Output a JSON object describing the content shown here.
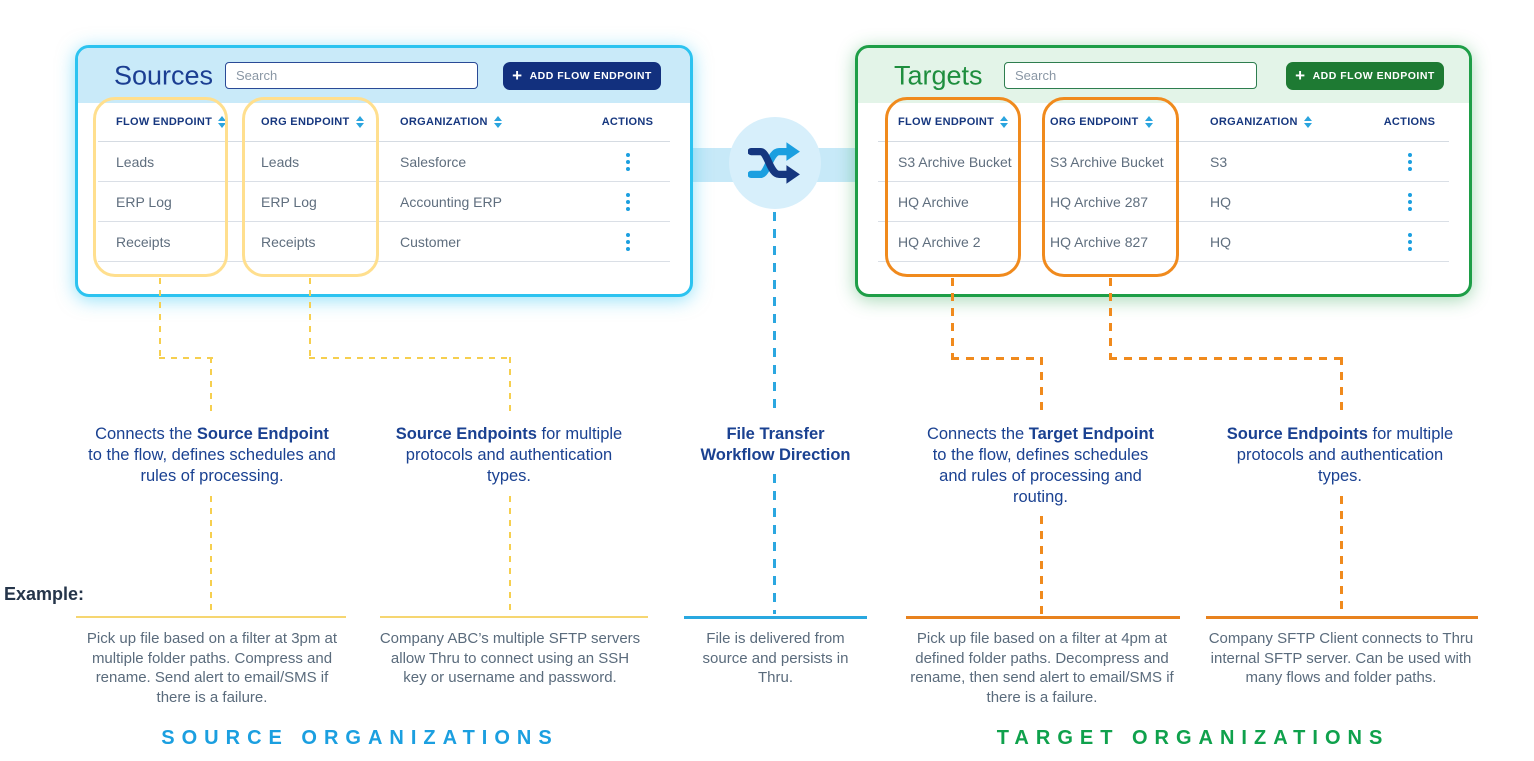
{
  "icons": {
    "plus": "+"
  },
  "sources_panel": {
    "title": "Sources",
    "search_placeholder": "Search",
    "add_button_label": "ADD FLOW ENDPOINT",
    "columns": [
      "FLOW ENDPOINT",
      "ORG ENDPOINT",
      "ORGANIZATION",
      "ACTIONS"
    ],
    "rows": [
      {
        "flow_endpoint": "Leads",
        "org_endpoint": "Leads",
        "organization": "Salesforce"
      },
      {
        "flow_endpoint": "ERP Log",
        "org_endpoint": "ERP Log",
        "organization": "Accounting ERP"
      },
      {
        "flow_endpoint": "Receipts",
        "org_endpoint": "Receipts",
        "organization": "Customer"
      }
    ]
  },
  "targets_panel": {
    "title": "Targets",
    "search_placeholder": "Search",
    "add_button_label": "ADD FLOW ENDPOINT",
    "columns": [
      "FLOW ENDPOINT",
      "ORG ENDPOINT",
      "ORGANIZATION",
      "ACTIONS"
    ],
    "rows": [
      {
        "flow_endpoint": "S3 Archive Bucket",
        "org_endpoint": "S3 Archive Bucket",
        "organization": "S3"
      },
      {
        "flow_endpoint": "HQ Archive",
        "org_endpoint": "HQ Archive 287",
        "organization": "HQ"
      },
      {
        "flow_endpoint": "HQ Archive 2",
        "org_endpoint": "HQ Archive 827",
        "organization": "HQ"
      }
    ]
  },
  "annotations": [
    {
      "segments": [
        {
          "t": "Connects the ",
          "b": false
        },
        {
          "t": "Source Endpoint",
          "b": true
        },
        {
          "t": " to the flow, defines schedules and rules of processing.",
          "b": false
        }
      ]
    },
    {
      "segments": [
        {
          "t": "Source Endpoints",
          "b": true
        },
        {
          "t": " for multiple protocols and authentication types.",
          "b": false
        }
      ]
    },
    {
      "segments": [
        {
          "t": "File Transfer Workflow Direction",
          "b": true
        }
      ]
    },
    {
      "segments": [
        {
          "t": "Connects the ",
          "b": false
        },
        {
          "t": "Target Endpoint",
          "b": true
        },
        {
          "t": " to the flow, defines schedules and rules of processing and routing.",
          "b": false
        }
      ]
    },
    {
      "segments": [
        {
          "t": "Source Endpoints",
          "b": true
        },
        {
          "t": " for multiple protocols and authentication types.",
          "b": false
        }
      ]
    }
  ],
  "example_label": "Example:",
  "examples": [
    "Pick up file based on a filter at 3pm at multiple folder paths. Compress and rename. Send alert to email/SMS if there is a failure.",
    "Company ABC’s multiple SFTP servers allow Thru to connect using an SSH key or username and password.",
    "File is delivered from source and persists in Thru.",
    "Pick up file based on  a filter at 4pm at defined folder paths. Decompress and rename, then send alert to email/SMS if there is a failure.",
    "Company SFTP Client connects to Thru internal SFTP server. Can be used with many flows and folder paths."
  ],
  "footer": {
    "source_label": "SOURCE ORGANIZATIONS",
    "target_label": "TARGET ORGANIZATIONS"
  },
  "colors": {
    "source_accent": "#29C5F2",
    "source_header_bg": "#C9EAF9",
    "source_button_bg": "#12307E",
    "target_accent": "#1E9E47",
    "target_header_bg": "#E3F4E8",
    "target_button_bg": "#1E7A33",
    "highlight_yellow": "#FFDF8E",
    "highlight_orange": "#F08A1D",
    "flow_blue": "#1B9FE0",
    "flow_dark_blue": "#15367F",
    "annotation_navy": "#1A4191",
    "example_gray": "#5A6B7C",
    "source_org_label": "#1B9FE0",
    "target_org_label": "#0FA14C"
  }
}
